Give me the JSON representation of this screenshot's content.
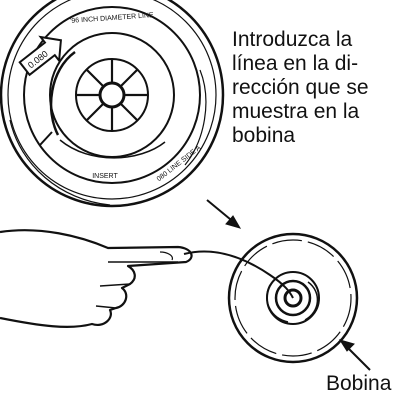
{
  "instruction_text": "Introduzca la\nlínea en la di-\nrección que se\nmuestra en la\nbobina",
  "callout_label": "Bobina",
  "spool_printed_text": {
    "arrow_badge": "0.080",
    "rim_top": "'96 INCH DIAMETER LINE",
    "rim_bottom": "INSERT",
    "rim_right": "080 LINE SIDE A"
  }
}
